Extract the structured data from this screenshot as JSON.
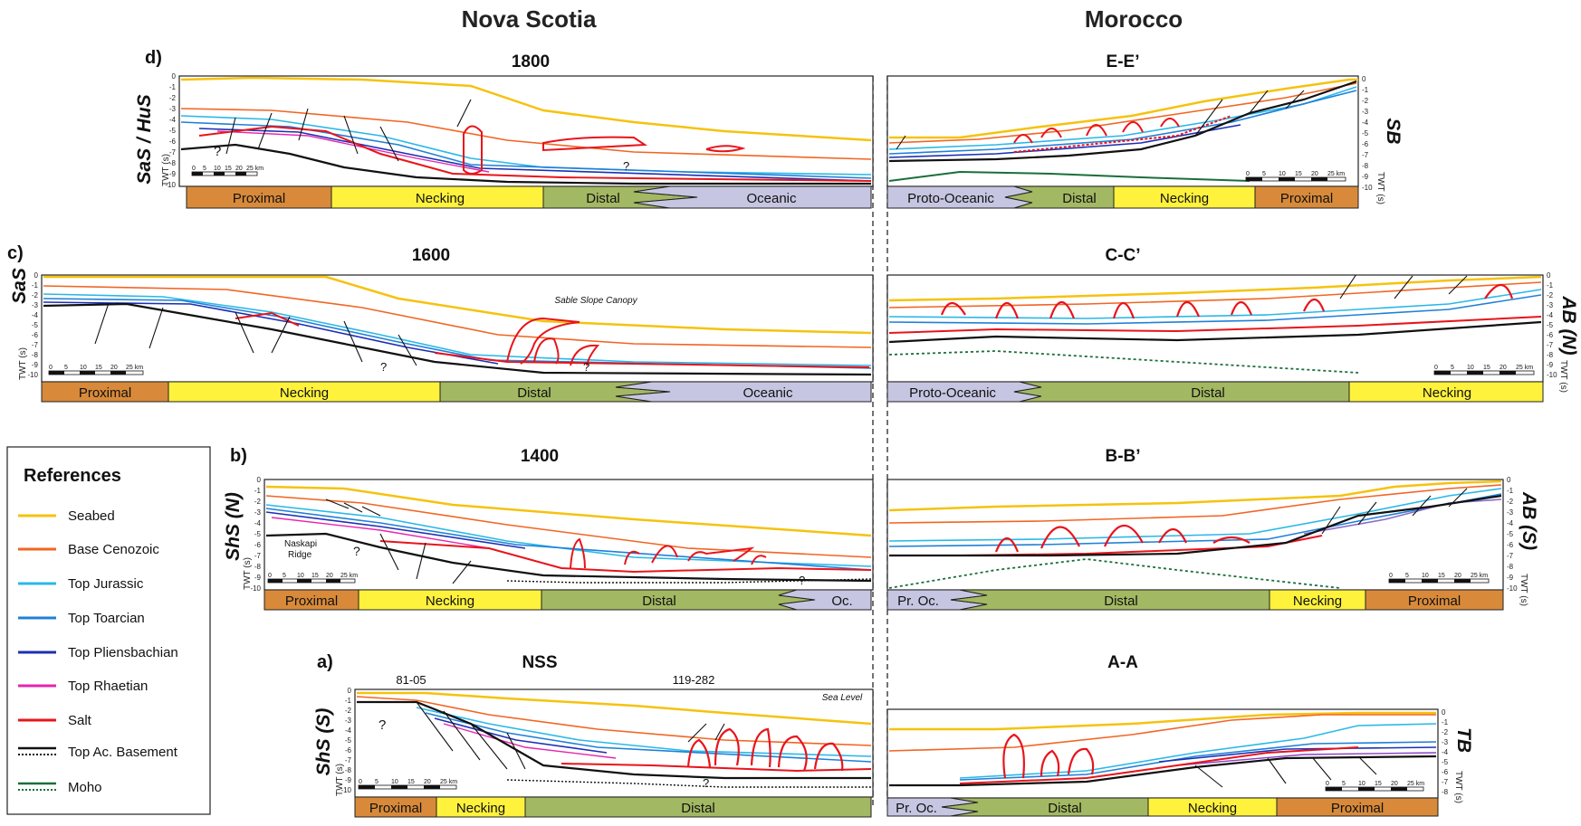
{
  "headers": {
    "left": "Nova Scotia",
    "right": "Morocco"
  },
  "colors": {
    "seabed": "#f6c20e",
    "base_cenozoic": "#f26522",
    "top_jurassic": "#2ab8e8",
    "top_toarcian": "#1f80d8",
    "top_pliensbachian": "#1c2fb4",
    "top_rhaetian": "#e625b0",
    "salt": "#e8141b",
    "basement": "#111111",
    "moho": "#1a6e3a",
    "proximal": "#d88a3a",
    "necking": "#fff23d",
    "distal": "#a3b862",
    "oceanic": "#c7c6e2",
    "divider": "#444444"
  },
  "legend": {
    "title": "References",
    "items": [
      {
        "label": "Seabed",
        "key": "seabed",
        "style": "solid"
      },
      {
        "label": "Base Cenozoic",
        "key": "base_cenozoic",
        "style": "solid"
      },
      {
        "label": "Top Jurassic",
        "key": "top_jurassic",
        "style": "solid"
      },
      {
        "label": "Top Toarcian",
        "key": "top_toarcian",
        "style": "solid"
      },
      {
        "label": "Top Pliensbachian",
        "key": "top_pliensbachian",
        "style": "solid"
      },
      {
        "label": "Top Rhaetian",
        "key": "top_rhaetian",
        "style": "solid"
      },
      {
        "label": "Salt",
        "key": "salt",
        "style": "solid"
      },
      {
        "label": "Top Ac. Basement",
        "key": "basement",
        "style": "double"
      },
      {
        "label": "Moho",
        "key": "moho",
        "style": "double"
      }
    ]
  },
  "scale": {
    "ticks": [
      "0",
      "5",
      "10",
      "15",
      "20",
      "25 km"
    ]
  },
  "axis_label": "TWT (s)",
  "rows": [
    {
      "id": "d",
      "panel_letter": "d)",
      "left": {
        "title": "1800",
        "side_label": "SaS / HuS",
        "depth_ticks": [
          "0",
          "-1",
          "-2",
          "-3",
          "-4",
          "-5",
          "-6",
          "-7",
          "-8",
          "-9",
          "-10"
        ],
        "annotations": [
          "?",
          "?"
        ],
        "domains": [
          {
            "label": "Proximal",
            "type": "proximal"
          },
          {
            "label": "Necking",
            "type": "necking"
          },
          {
            "label": "Distal",
            "type": "distal"
          },
          {
            "label": "Oceanic",
            "type": "oceanic"
          }
        ]
      },
      "right": {
        "title": "E-E’",
        "side_label": "SB",
        "depth_ticks": [
          "0",
          "-1",
          "-2",
          "-3",
          "-4",
          "-5",
          "-6",
          "-7",
          "-8",
          "-9",
          "-10"
        ],
        "domains": [
          {
            "label": "Proto-Oceanic",
            "type": "oceanic"
          },
          {
            "label": "Distal",
            "type": "distal"
          },
          {
            "label": "Necking",
            "type": "necking"
          },
          {
            "label": "Proximal",
            "type": "proximal"
          }
        ]
      }
    },
    {
      "id": "c",
      "panel_letter": "c)",
      "left": {
        "title": "1600",
        "side_label": "SaS",
        "depth_ticks": [
          "0",
          "-1",
          "-2",
          "-3",
          "-4",
          "-5",
          "-6",
          "-7",
          "-8",
          "-9",
          "-10"
        ],
        "annotations": [
          "Sable Slope Canopy",
          "?",
          "?"
        ],
        "domains": [
          {
            "label": "Proximal",
            "type": "proximal"
          },
          {
            "label": "Necking",
            "type": "necking"
          },
          {
            "label": "Distal",
            "type": "distal"
          },
          {
            "label": "Oceanic",
            "type": "oceanic"
          }
        ]
      },
      "right": {
        "title": "C-C’",
        "side_label": "AB (N)",
        "depth_ticks": [
          "0",
          "-1",
          "-2",
          "-3",
          "-4",
          "-5",
          "-6",
          "-7",
          "-8",
          "-9",
          "-10"
        ],
        "domains": [
          {
            "label": "Proto-Oceanic",
            "type": "oceanic"
          },
          {
            "label": "Distal",
            "type": "distal"
          },
          {
            "label": "Necking",
            "type": "necking"
          }
        ]
      }
    },
    {
      "id": "b",
      "panel_letter": "b)",
      "left": {
        "title": "1400",
        "side_label": "ShS (N)",
        "depth_ticks": [
          "0",
          "-1",
          "-2",
          "-3",
          "-4",
          "-5",
          "-6",
          "-7",
          "-8",
          "-9",
          "-10"
        ],
        "annotations": [
          "Naskapi",
          "Ridge",
          "?",
          "?"
        ],
        "domains": [
          {
            "label": "Proximal",
            "type": "proximal"
          },
          {
            "label": "Necking",
            "type": "necking"
          },
          {
            "label": "Distal",
            "type": "distal"
          },
          {
            "label": "Oc.",
            "type": "oceanic"
          }
        ]
      },
      "right": {
        "title": "B-B’",
        "side_label": "AB (S)",
        "depth_ticks": [
          "0",
          "-1",
          "-2",
          "-3",
          "-4",
          "-5",
          "-6",
          "-7",
          "-8",
          "-9",
          "-10"
        ],
        "domains": [
          {
            "label": "Pr. Oc.",
            "type": "oceanic"
          },
          {
            "label": "Distal",
            "type": "distal"
          },
          {
            "label": "Necking",
            "type": "necking"
          },
          {
            "label": "Proximal",
            "type": "proximal"
          }
        ]
      }
    },
    {
      "id": "a",
      "panel_letter": "a)",
      "left": {
        "title": "NSS",
        "side_label": "ShS (S)",
        "depth_ticks": [
          "0",
          "-1",
          "-2",
          "-3",
          "-4",
          "-5",
          "-6",
          "-7",
          "-8",
          "-9",
          "-10"
        ],
        "annotations": [
          "81-05",
          "119-282",
          "Sea Level",
          "?",
          "?"
        ],
        "domains": [
          {
            "label": "Proximal",
            "type": "proximal"
          },
          {
            "label": "Necking",
            "type": "necking"
          },
          {
            "label": "Distal",
            "type": "distal"
          }
        ]
      },
      "right": {
        "title": "A-A",
        "side_label": "TB",
        "depth_ticks": [
          "0",
          "-1",
          "-2",
          "-3",
          "-4",
          "-5",
          "-6",
          "-7",
          "-8"
        ],
        "domains": [
          {
            "label": "Pr. Oc.",
            "type": "oceanic"
          },
          {
            "label": "Distal",
            "type": "distal"
          },
          {
            "label": "Necking",
            "type": "necking"
          },
          {
            "label": "Proximal",
            "type": "proximal"
          }
        ]
      }
    }
  ]
}
